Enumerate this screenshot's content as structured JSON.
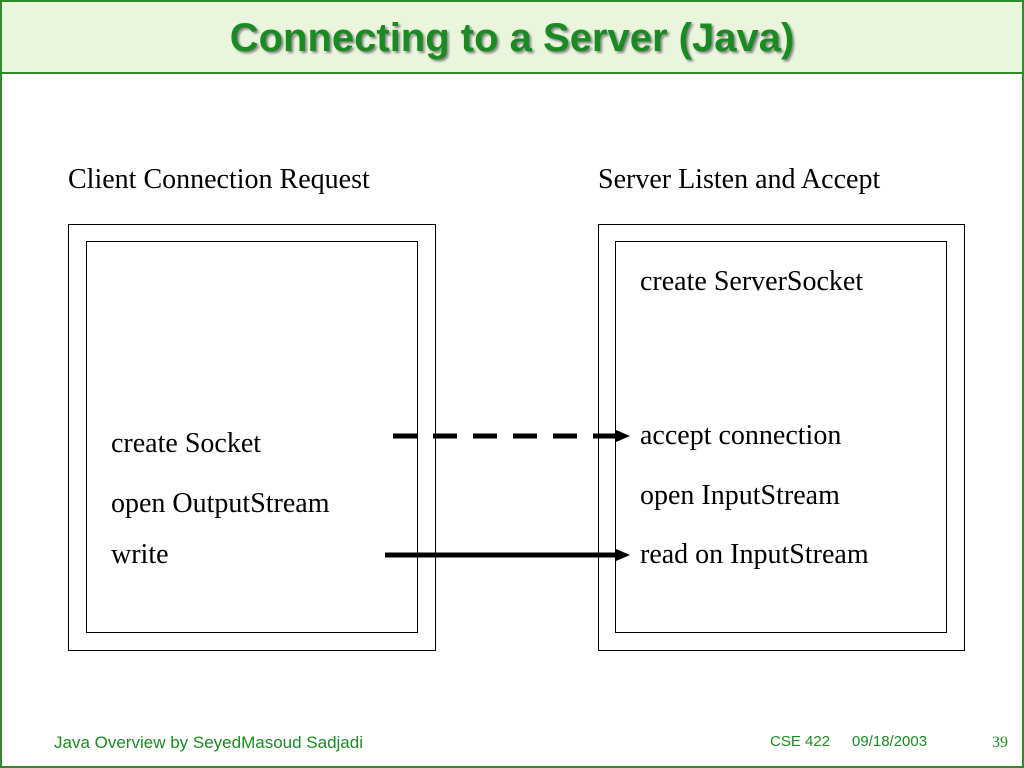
{
  "slide": {
    "title": "Connecting to a Server (Java)"
  },
  "client": {
    "heading": "Client Connection Request",
    "steps": [
      "create Socket",
      "open OutputStream",
      "write"
    ]
  },
  "server": {
    "heading": "Server Listen and Accept",
    "steps": [
      "create ServerSocket",
      "accept connection",
      "open InputStream",
      "read on InputStream"
    ]
  },
  "footer": {
    "left": "Java Overview by SeyedMasoud Sadjadi",
    "course": "CSE 422",
    "date": "09/18/2003",
    "page_number": "39"
  },
  "colors": {
    "accent": "#1a8a22",
    "title_bg": "#eaf6dc",
    "border": "#2e8b2e"
  }
}
